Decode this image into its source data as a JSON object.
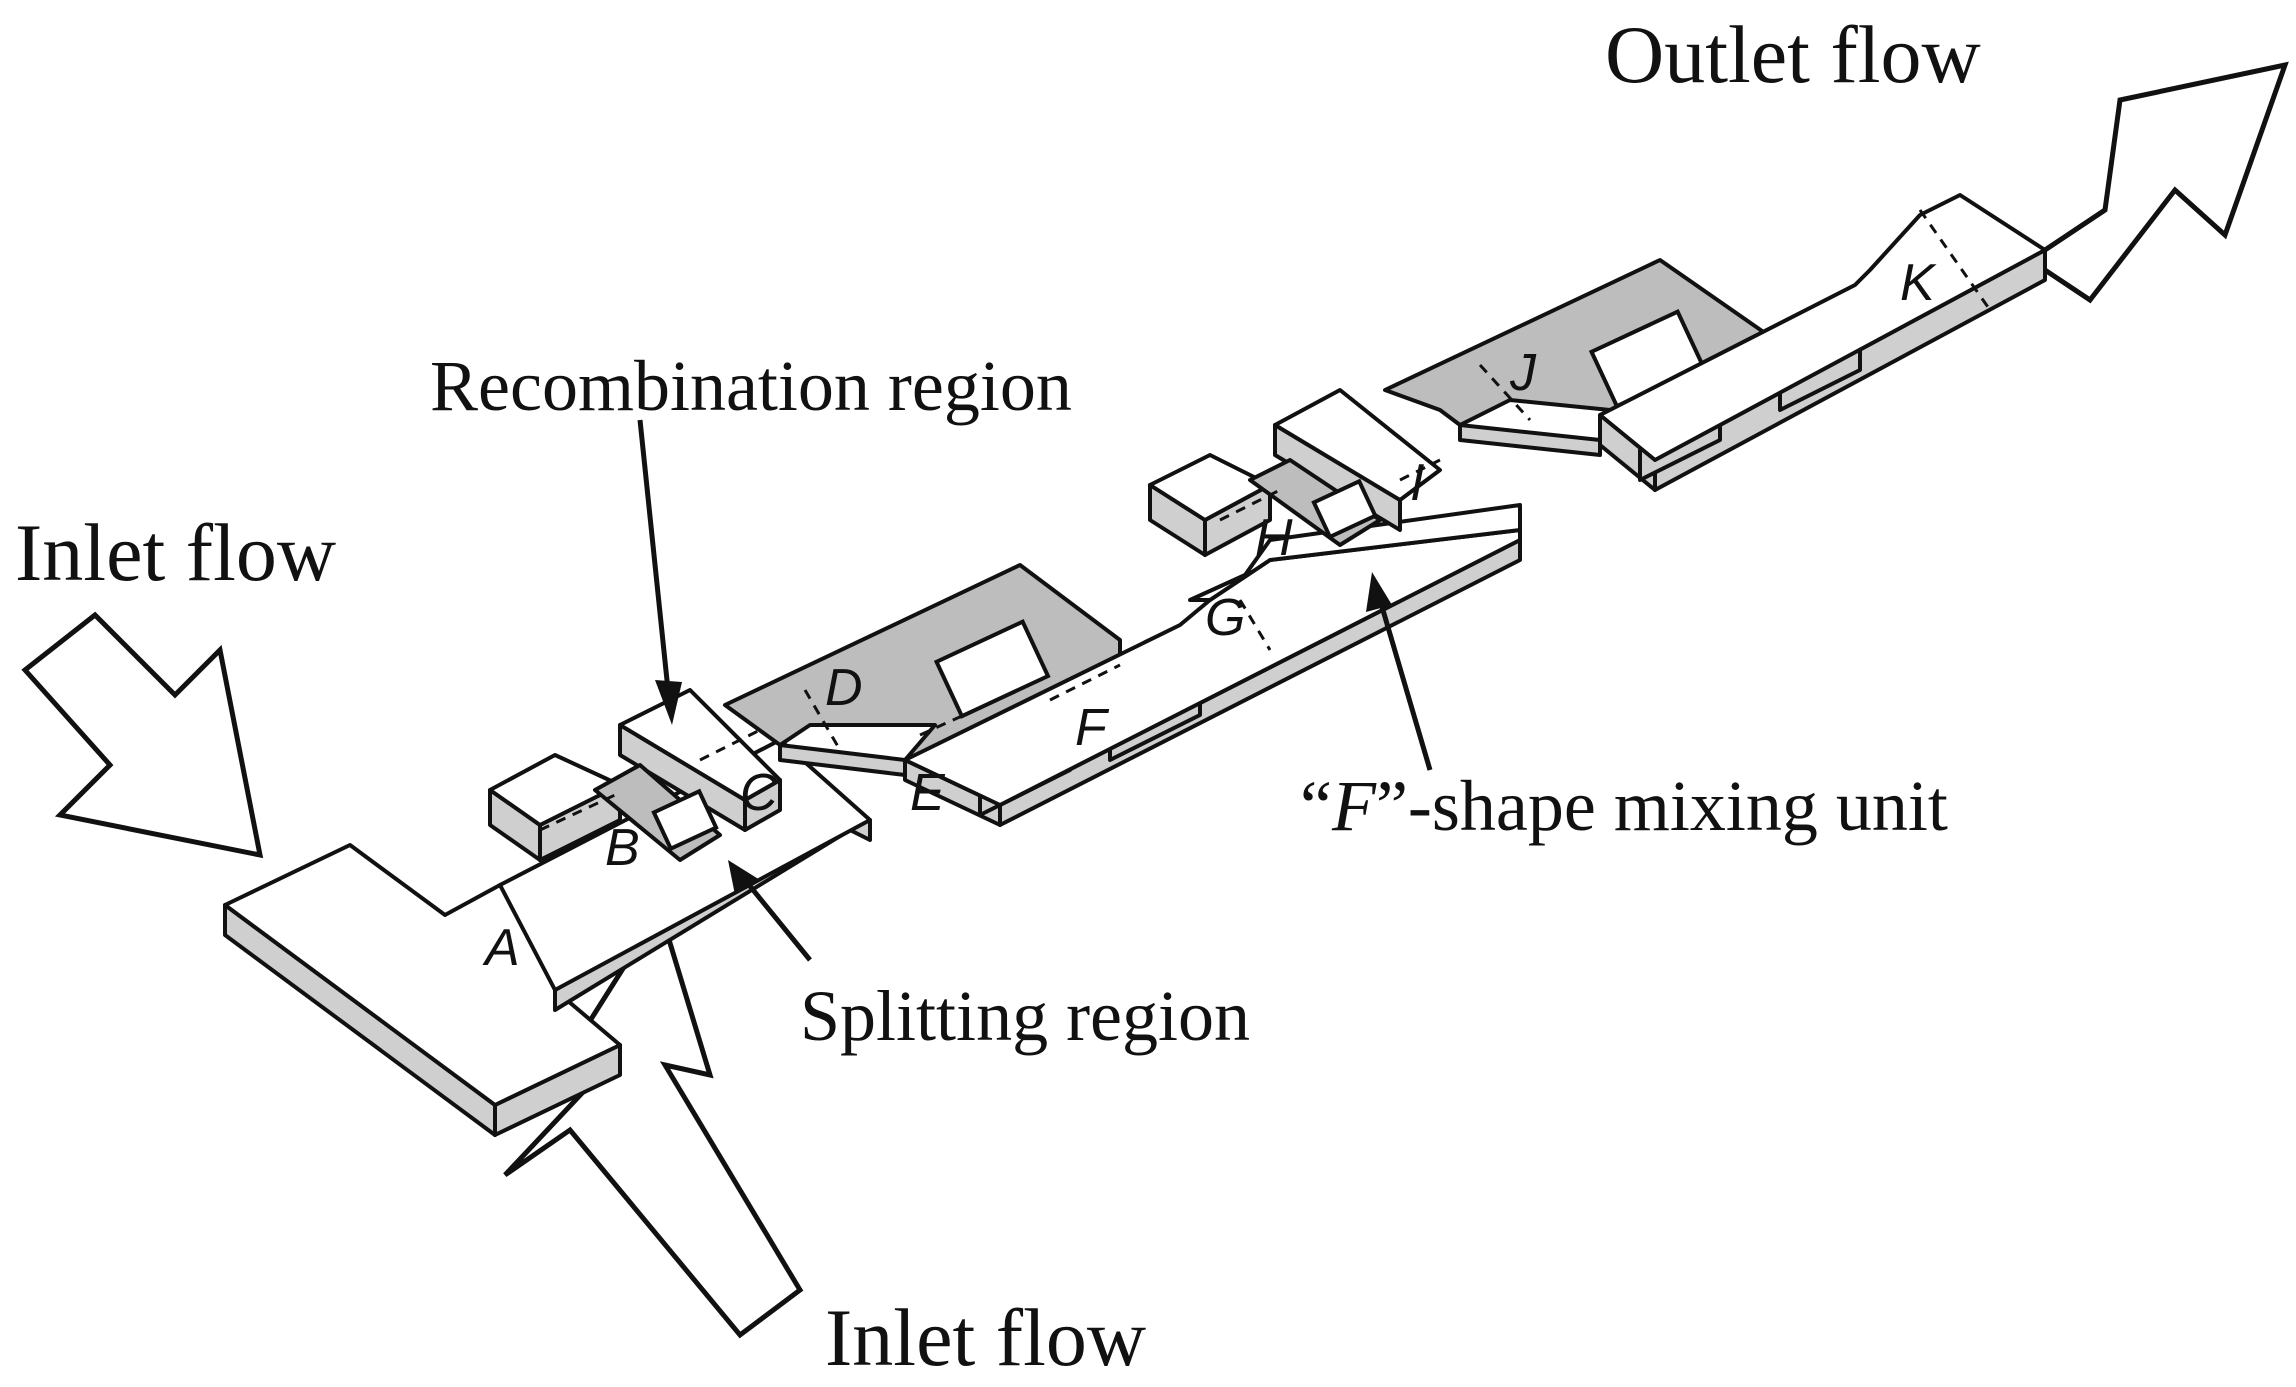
{
  "labels": {
    "outlet_flow": "Outlet flow",
    "inlet_flow_left": "Inlet flow",
    "inlet_flow_bottom": "Inlet flow",
    "recombination_region": "Recombination region",
    "splitting_region": "Splitting region",
    "f_shape_quote_open": "“",
    "f_shape_letter": "F",
    "f_shape_rest": "”-shape mixing unit"
  },
  "points": {
    "A": "A",
    "B": "B",
    "C": "C",
    "D": "D",
    "E": "E",
    "F": "F",
    "G": "G",
    "H": "H",
    "I": "I",
    "J": "J",
    "K": "K"
  },
  "icons": [
    "inlet-arrow-left-icon",
    "inlet-arrow-bottom-icon",
    "outlet-arrow-icon",
    "pointer-arrow-icon"
  ],
  "colors": {
    "channel_top": "#ffffff",
    "channel_side": "#cfcfcf",
    "shaded_region": "#bdbdbd",
    "line": "#111111"
  }
}
